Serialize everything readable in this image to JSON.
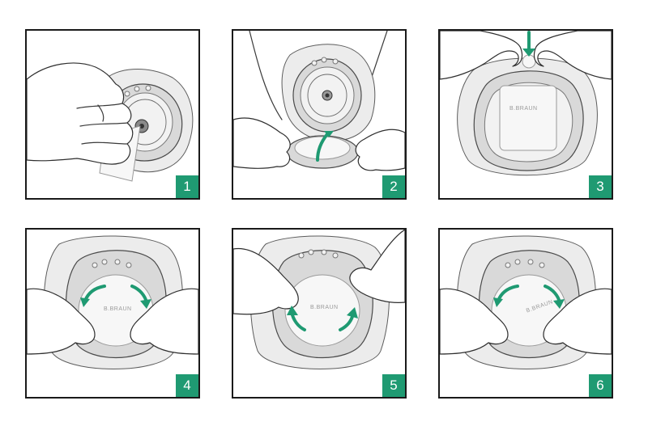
{
  "colors": {
    "accent": "#1f9a72",
    "outline": "#1a1a1a",
    "film": "#f2f2f2"
  },
  "brand": "B.BRAUN",
  "steps": [
    {
      "number": "1"
    },
    {
      "number": "2"
    },
    {
      "number": "3"
    },
    {
      "number": "4"
    },
    {
      "number": "5"
    },
    {
      "number": "6"
    }
  ]
}
